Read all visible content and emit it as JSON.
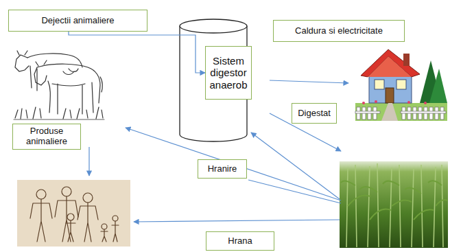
{
  "diagram": {
    "nodes": [
      {
        "text": [
          "Dejectii animaliere"
        ]
      },
      {
        "text": [
          "Caldura si electricitate"
        ]
      },
      {
        "text": [
          "Sistem digestor anaerob"
        ]
      },
      {
        "text": [
          "Digestat"
        ]
      },
      {
        "text": [
          "Produse animaliere"
        ]
      },
      {
        "text": [
          "Hranire"
        ]
      },
      {
        "text": [
          "Hrana"
        ]
      }
    ],
    "edges": [
      {
        "from": 0,
        "to": 2,
        "arrow": "to"
      }
    ]
  }
}
